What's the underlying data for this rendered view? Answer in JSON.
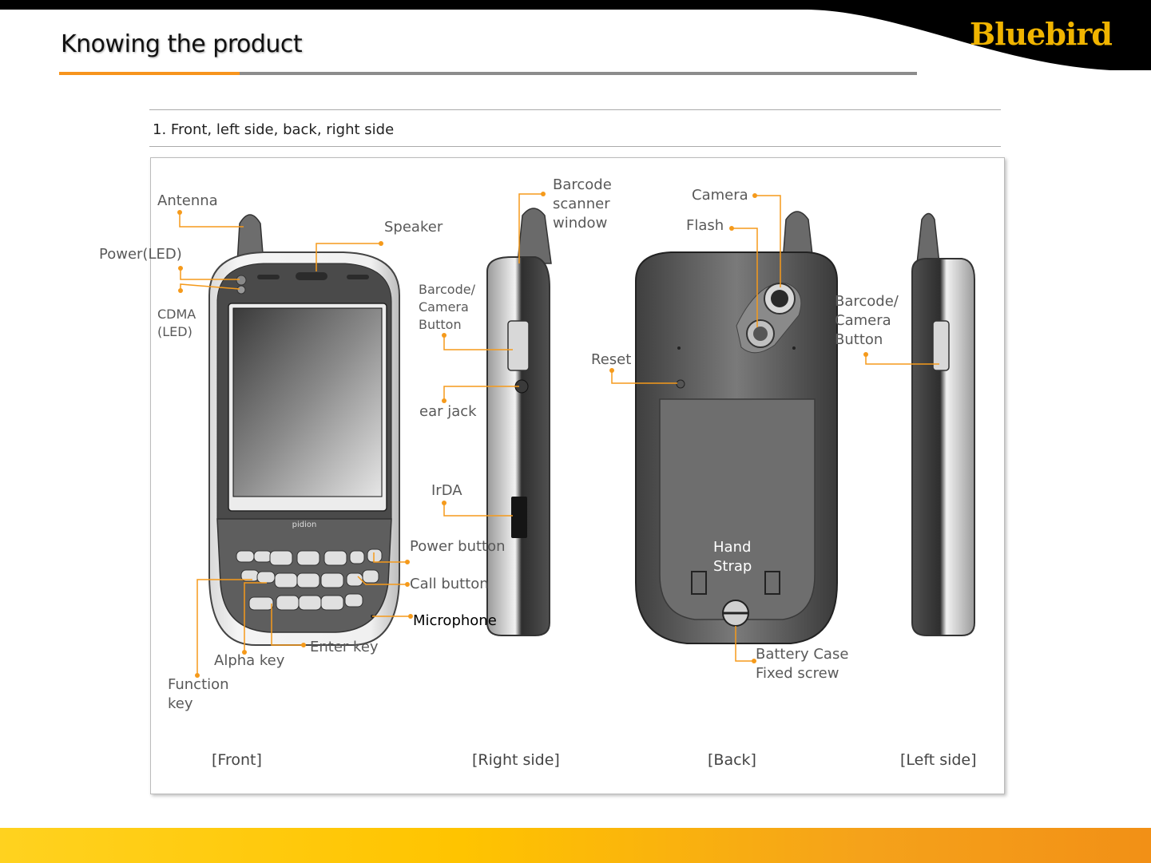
{
  "header": {
    "title": "Knowing the product",
    "logo_text": "Bluebird"
  },
  "section": {
    "heading": "1. Front, left side, back,  right side"
  },
  "labels": {
    "antenna": "Antenna",
    "power_led": "Power(LED)",
    "cdma_led": "CDMA\n(LED)",
    "speaker": "Speaker",
    "barcode_scanner_window": "Barcode\nscanner\nwindow",
    "barcode_camera_button_right": "Barcode/\nCamera\nButton",
    "ear_jack": "ear jack",
    "irda": "IrDA",
    "power_button": "Power button",
    "call_button": "Call button",
    "microphone": "Microphone",
    "enter_key": "Enter key",
    "alpha_key": "Alpha key",
    "function_key": "Function\n key",
    "camera": "Camera",
    "flash": "Flash",
    "reset": "Reset",
    "hand_strap": "Hand\nStrap",
    "battery_case_screw": "Battery Case\nFixed screw",
    "barcode_camera_button_left": "Barcode/\nCamera\nButton"
  },
  "captions": {
    "front": "[Front]",
    "right_side": "[Right side]",
    "back": "[Back]",
    "left_side": "[Left side]"
  },
  "device": {
    "brand_text": "pidion"
  },
  "colors": {
    "accent_orange": "#f7941d",
    "logo_gold": "#f0b400",
    "header_black": "#000000",
    "leader_line": "#f59a1b"
  }
}
